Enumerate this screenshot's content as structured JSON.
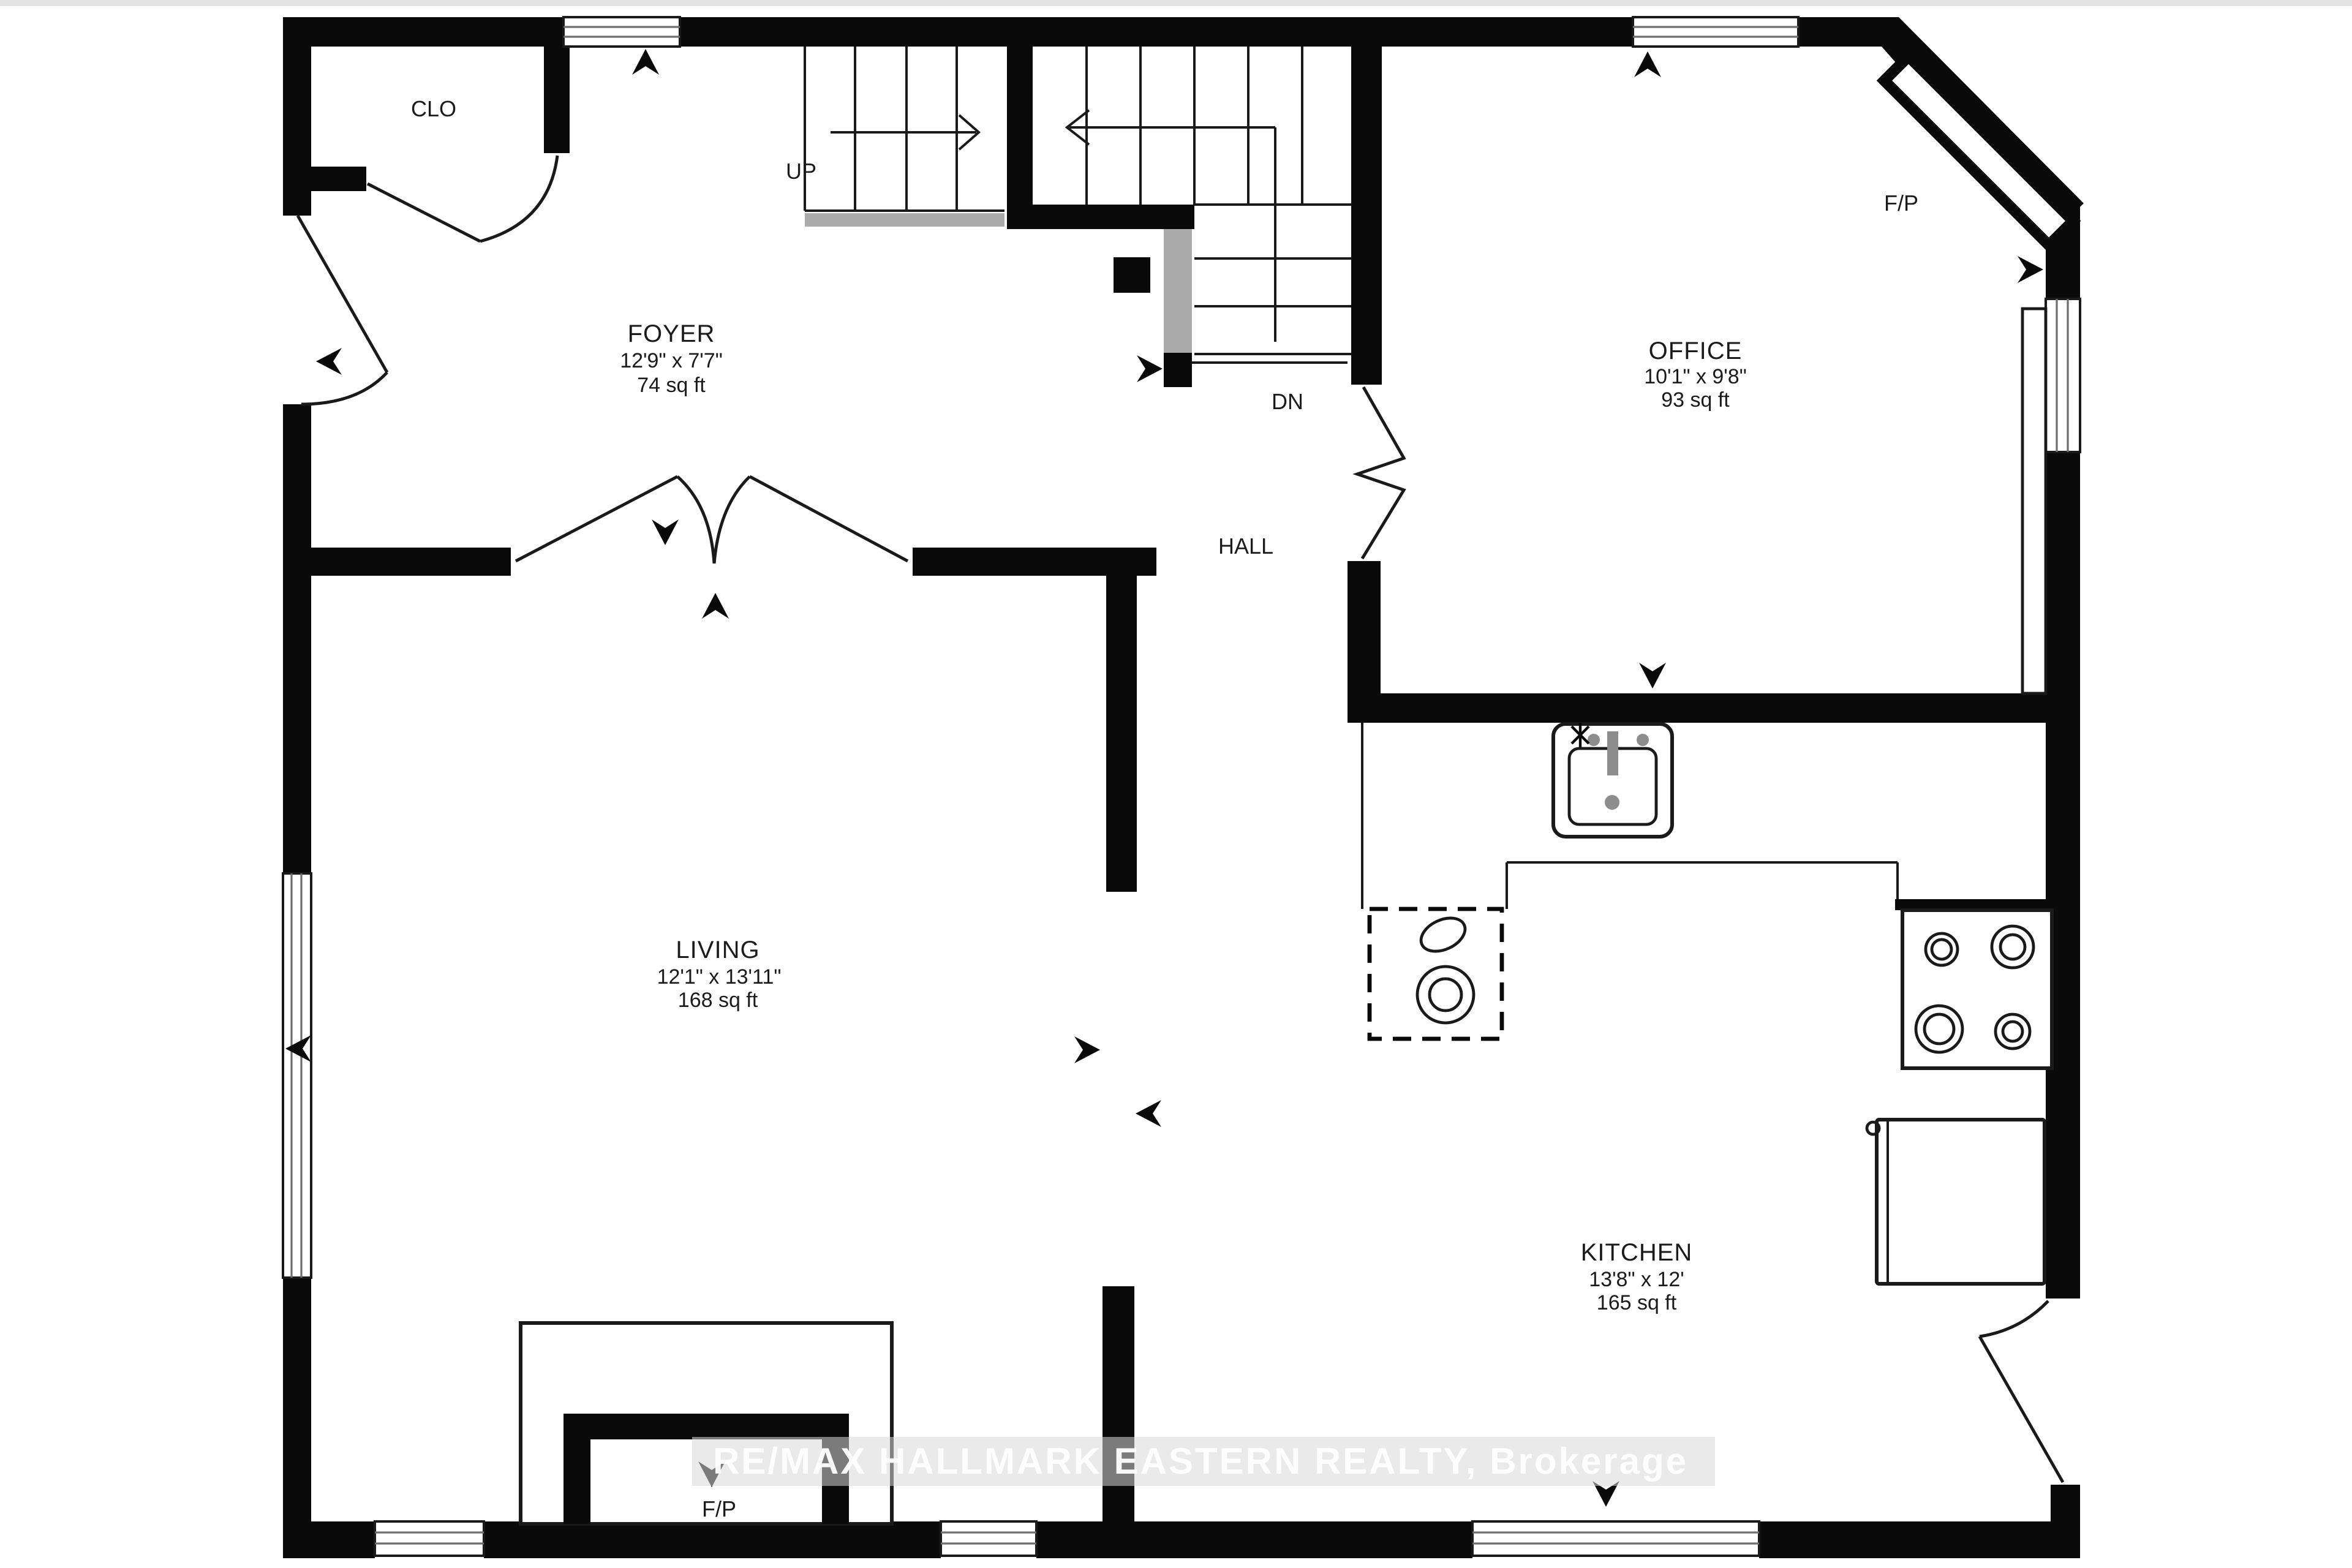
{
  "watermark": {
    "text": "RE/MAX HALLMARK EASTERN REALTY, Brokerage",
    "band_color": "#d9d9d9",
    "text_color": "#ffffff"
  },
  "rooms": {
    "closet": {
      "name": "CLO"
    },
    "foyer": {
      "name": "FOYER",
      "dims": "12'9\" x 7'7\"",
      "area": "74 sq ft"
    },
    "office": {
      "name": "OFFICE",
      "dims": "10'1\" x 9'8\"",
      "area": "93 sq ft"
    },
    "living": {
      "name": "LIVING",
      "dims": "12'1\" x 13'11\"",
      "area": "168 sq ft"
    },
    "kitchen": {
      "name": "KITCHEN",
      "dims": "13'8\" x 12'",
      "area": "165 sq ft"
    },
    "hall": {
      "name": "HALL"
    }
  },
  "stairs": {
    "up": "UP",
    "down": "DN"
  },
  "fireplaces": {
    "office_label": "F/P",
    "living_label": "F/P"
  },
  "colors": {
    "wall": "#0a0a0a",
    "stair_rail": "#ababab",
    "line": "#1a1a1a",
    "background": "#ffffff"
  }
}
